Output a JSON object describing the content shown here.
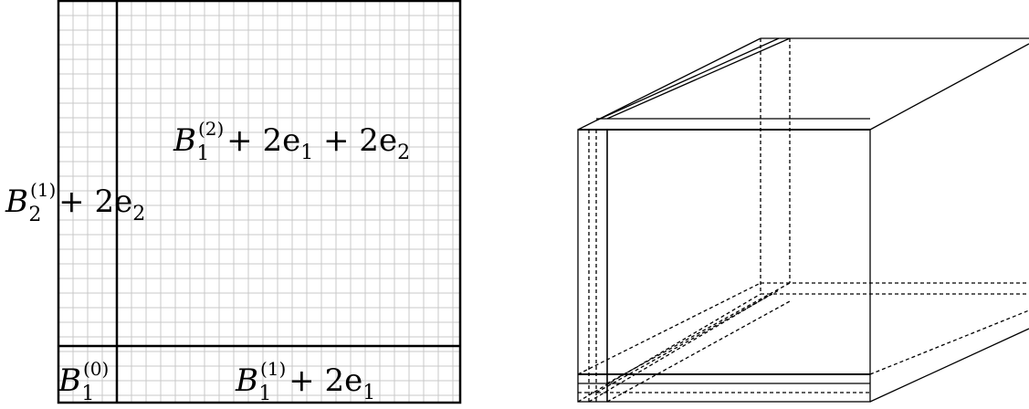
{
  "left_panel": {
    "labels": {
      "top_right": {
        "base": "B",
        "sub": "1",
        "sup": "(2)",
        "rest": " + 2e",
        "rest_sub": "1",
        "rest2": " + 2e",
        "rest2_sub": "2"
      },
      "left_strip": {
        "base": "B",
        "sub": "2",
        "sup": "(1)",
        "rest": " + 2e",
        "rest_sub": "2"
      },
      "corner": {
        "base": "B",
        "sub": "1",
        "sup": "(0)"
      },
      "bottom_strip": {
        "base": "B",
        "sub": "1",
        "sup": "(1)",
        "rest": " + 2e",
        "rest_sub": "1"
      }
    }
  }
}
